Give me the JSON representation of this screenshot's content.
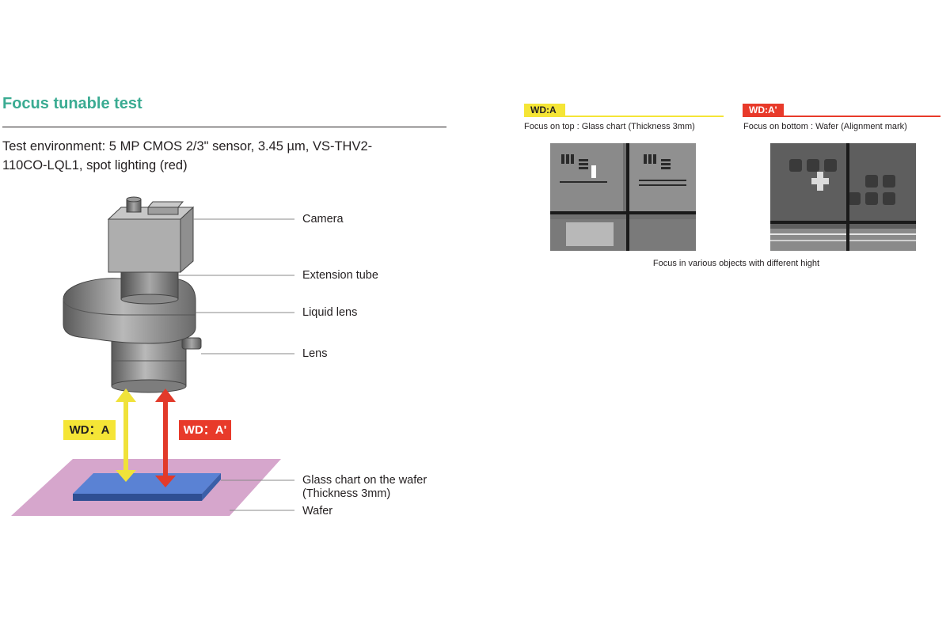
{
  "page": {
    "title": "Focus tunable test",
    "environment": "Test environment: 5 MP CMOS 2/3\" sensor, 3.45 µm, VS-THV2-110CO-LQL1, spot lighting (red)"
  },
  "diagram": {
    "labels": {
      "camera": "Camera",
      "extension_tube": "Extension tube",
      "liquid_lens": "Liquid lens",
      "lens": "Lens",
      "glass_chart_line1": "Glass chart on the wafer",
      "glass_chart_line2": "(Thickness 3mm)",
      "wafer": "Wafer"
    },
    "wd_a": "WD：A",
    "wd_a_prime": "WD：A'"
  },
  "results": {
    "panel_a": {
      "tag": "WD:A",
      "description": "Focus on top : Glass chart (Thickness 3mm)"
    },
    "panel_b": {
      "tag": "WD:A'",
      "description": "Focus on bottom : Wafer (Alignment mark)"
    },
    "caption": "Focus in various objects with different hight"
  },
  "colors": {
    "title": "#3aab92",
    "wd_a": "#f5e536",
    "wd_a_prime": "#e83a2a",
    "wafer": "#d6a6cc",
    "glass": "#4c71c4"
  }
}
